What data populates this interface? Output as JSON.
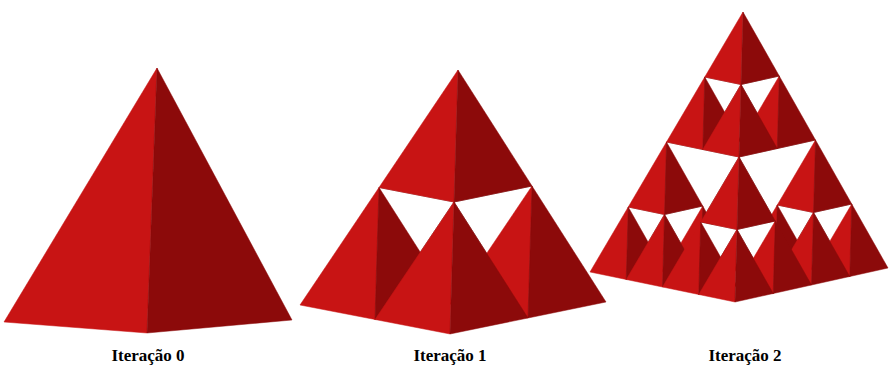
{
  "diagram": {
    "labels": [
      "Iteração 0",
      "Iteração 1",
      "Iteração 2"
    ]
  }
}
